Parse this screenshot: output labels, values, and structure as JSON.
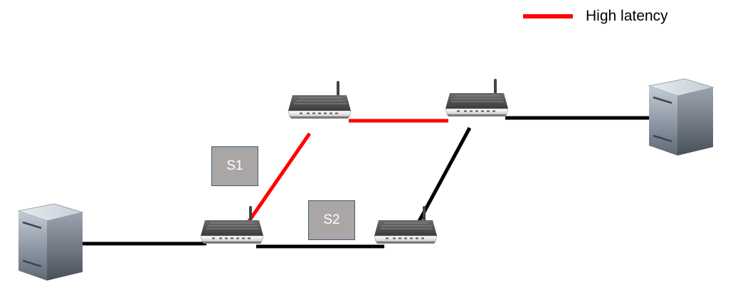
{
  "legend": {
    "label": "High latency",
    "color": "#ff0000"
  },
  "colors": {
    "normal_link": "#000000",
    "high_latency_link": "#ff0000",
    "segment_label_bg": "#aaa6a6",
    "segment_label_border": "#3f5a7a"
  },
  "nodes": [
    {
      "id": "server-left",
      "type": "server-icon"
    },
    {
      "id": "router-bottom-left",
      "type": "router-icon"
    },
    {
      "id": "router-top-left",
      "type": "router-icon"
    },
    {
      "id": "router-top-right",
      "type": "router-icon"
    },
    {
      "id": "router-bottom-right",
      "type": "router-icon"
    },
    {
      "id": "server-right",
      "type": "server-icon"
    }
  ],
  "links": [
    {
      "from": "server-left",
      "to": "router-bottom-left",
      "latency": "normal"
    },
    {
      "from": "router-bottom-left",
      "to": "router-top-left",
      "latency": "high"
    },
    {
      "from": "router-top-left",
      "to": "router-top-right",
      "latency": "high"
    },
    {
      "from": "router-top-right",
      "to": "server-right",
      "latency": "normal"
    },
    {
      "from": "router-bottom-left",
      "to": "router-bottom-right",
      "latency": "normal"
    },
    {
      "from": "router-bottom-right",
      "to": "router-top-right",
      "latency": "normal"
    }
  ],
  "segments": [
    {
      "id": "s1",
      "label": "S1"
    },
    {
      "id": "s2",
      "label": "S2"
    }
  ]
}
